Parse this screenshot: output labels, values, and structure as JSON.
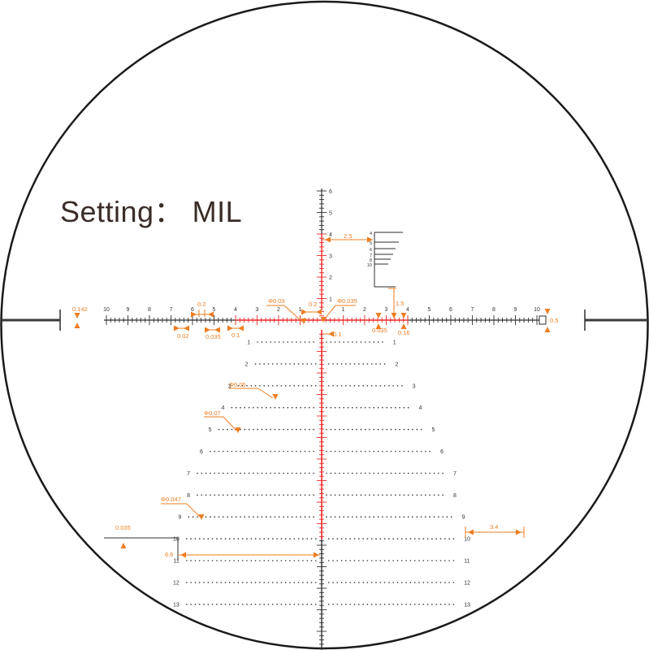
{
  "title": "Setting： MIL",
  "colors": {
    "accent": "#ee7d21",
    "red": "#ee2a2a",
    "line": "#2e2e2e",
    "circle": "#1a1a1a",
    "title": "#3a2d28"
  },
  "labels": {
    "h_left_numbers": [
      "10",
      "9",
      "8",
      "7",
      "6",
      "5",
      "4",
      "3",
      "2",
      "1"
    ],
    "h_right_numbers": [
      "1",
      "2",
      "3",
      "4",
      "5",
      "6",
      "7",
      "8",
      "9",
      "10"
    ],
    "v_up_numbers": [
      "1",
      "2",
      "3",
      "4",
      "5",
      "6"
    ],
    "grid_rows": [
      "1",
      "2",
      "3",
      "4",
      "5",
      "6",
      "7",
      "8",
      "9",
      "10",
      "11",
      "12",
      "13"
    ],
    "tree_numbers": [
      "4",
      "5",
      "6",
      "7",
      "8",
      "10"
    ]
  },
  "dims": {
    "d_0142": "0.142",
    "d_02": "0.2",
    "d_002": "0.02",
    "d_0035a": "0.035",
    "d_01a": "0.1",
    "phi_003": "Φ0.03",
    "d_022": "0.2",
    "phi_0035": "Φ0.035",
    "d_01b": "0.1",
    "d_25": "2.5",
    "d_15": "1.5",
    "d_0035b": "0.035",
    "d_016": "0.16",
    "d_05": "0.5",
    "phi_005": "Φ0.05",
    "phi_007": "Φ0.07",
    "phi_0047": "Φ0.047",
    "d_0035c": "0.035",
    "d_66": "6.6",
    "d_34": "3.4"
  }
}
